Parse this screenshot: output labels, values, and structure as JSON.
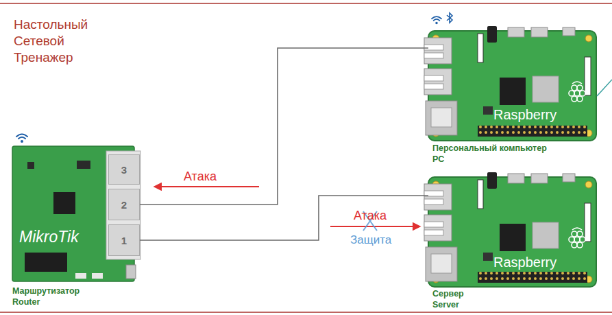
{
  "diagram": {
    "title": "Настольный Сетевой Тренажер",
    "nodes": [
      {
        "text": [
          "MikroTik",
          "Маршрутизатор Router"
        ]
      },
      {
        "text": [
          "3"
        ],
        "in": 0
      },
      {
        "text": [
          "2"
        ],
        "in": 0
      },
      {
        "text": [
          "1"
        ],
        "in": 0
      },
      {
        "text": [
          "Raspberry",
          "Персональный компьютер PC"
        ]
      },
      {
        "text": [
          "Raspberry",
          "Сервер Server"
        ]
      }
    ],
    "edges": [
      {
        "from": 2,
        "to": 4,
        "arrow": "none"
      },
      {
        "from": 3,
        "to": 5,
        "arrow": "none"
      }
    ],
    "labels": [
      "Атака",
      "Атака",
      "Защита"
    ]
  }
}
